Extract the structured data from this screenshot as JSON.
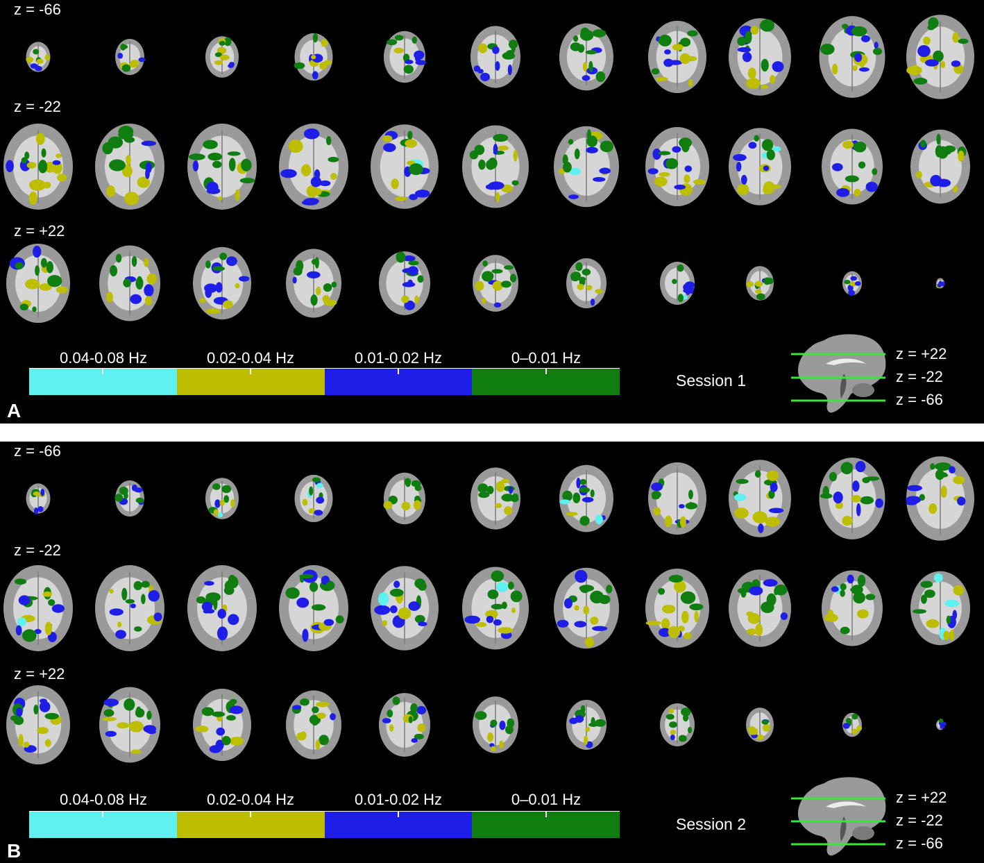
{
  "colors": {
    "band_1": "#5ff0f0",
    "band_2": "#bebe00",
    "band_3": "#1e1ee6",
    "band_4": "#0f7d0f",
    "reference_line": "#39e639",
    "brain_gray": "#9a9a9a"
  },
  "legend": {
    "entries": [
      {
        "label": "0.04-0.08 Hz",
        "color": "#5ff0f0"
      },
      {
        "label": "0.02-0.04 Hz",
        "color": "#bebe00"
      },
      {
        "label": "0.01-0.02 Hz",
        "color": "#1e1ee6"
      },
      {
        "label": "0–0.01 Hz",
        "color": "#0f7d0f"
      }
    ]
  },
  "panels": [
    {
      "letter": "A",
      "session": "Session 1",
      "row_labels": [
        "z = -66",
        "z = -22",
        "z = +22"
      ],
      "reference_labels": [
        "z = +22",
        "z = -22",
        "z = -66"
      ],
      "slices_per_row": 11
    },
    {
      "letter": "B",
      "session": "Session 2",
      "row_labels": [
        "z = -66",
        "z = -22",
        "z = +22"
      ],
      "reference_labels": [
        "z = +22",
        "z = -22",
        "z = -66"
      ],
      "slices_per_row": 11
    }
  ]
}
